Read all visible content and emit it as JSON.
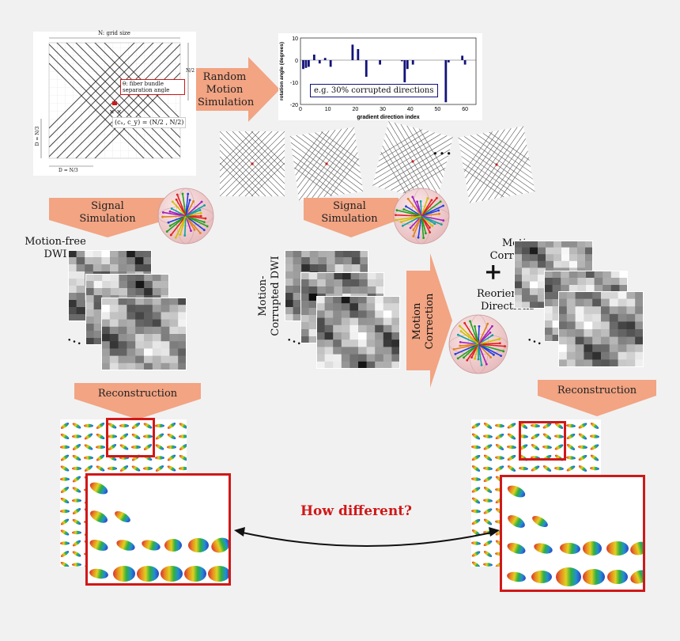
{
  "grid_panel": {
    "title": "N: grid size",
    "n_half": "N/2",
    "theta_label_1": "θ: fiber bundle",
    "theta_label_2": "separation angle",
    "center_formula": "(cₓ, c_y) = (N/2 , N/2)",
    "d_vertical": "D = N/3",
    "d_horizontal": "D = N/3"
  },
  "arrows": {
    "random_motion": [
      "Random",
      "Motion",
      "Simulation"
    ],
    "signal_sim_left": [
      "Signal",
      "Simulation"
    ],
    "signal_sim_right": [
      "Signal",
      "Simulation"
    ],
    "motion_correction": [
      "Motion",
      "Correction"
    ],
    "reconstruction_left": "Reconstruction",
    "reconstruction_right": "Reconstruction"
  },
  "labels": {
    "motion_free": [
      "Motion-free",
      "DWI"
    ],
    "motion_corrupted": [
      "Motion-",
      "Corrupted DWI"
    ],
    "motion_corrected": [
      "Motion-Corrected",
      "DWI"
    ],
    "plus": "+",
    "reoriented": [
      "Reoriented",
      "Directions"
    ],
    "ellipsis": "…",
    "how_different": "How different?"
  },
  "colors": {
    "arrow_fill": "#f2a483",
    "red_box": "#d01818",
    "bar": "#12127a",
    "question": "#d01818"
  },
  "chart_data": {
    "type": "bar",
    "ylabel": "rotation angle (degrees)",
    "xlabel": "gradient direction index",
    "ylim": [
      -20,
      10
    ],
    "xlim": [
      0,
      64
    ],
    "yticks": [
      10,
      0,
      -10,
      -20
    ],
    "xticks": [
      0,
      10,
      20,
      30,
      40,
      50,
      60
    ],
    "annotation": "e.g. 30% corrupted directions",
    "x": [
      1,
      2,
      3,
      5,
      7,
      9,
      11,
      19,
      21,
      24,
      29,
      37,
      38,
      39,
      41,
      53,
      54,
      59,
      60
    ],
    "values": [
      -4,
      -3.5,
      -3,
      2.5,
      -1.5,
      1,
      -3,
      7,
      5,
      -7.5,
      -2,
      -0.5,
      -10,
      -4,
      -2,
      -19,
      -1,
      2,
      -2
    ]
  }
}
